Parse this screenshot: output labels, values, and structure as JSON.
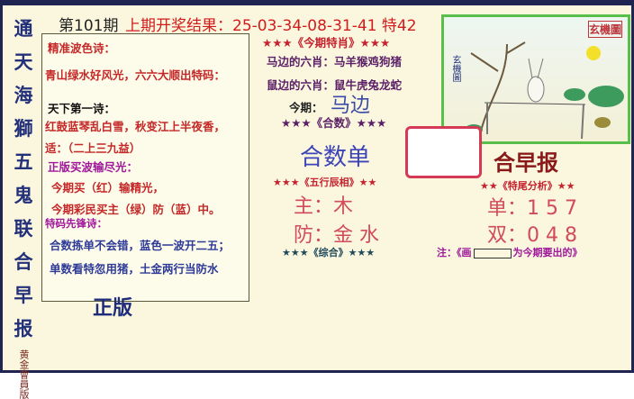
{
  "side_title": [
    "通",
    "天",
    "海",
    "獅",
    "五",
    "鬼",
    "联",
    "合",
    "早",
    "报"
  ],
  "side_sub": "黄金會員版",
  "header": {
    "issue": "第101期",
    "result_label": "上期开奖结果：",
    "result_numbers": "25-03-34-08-31-41",
    "special": "特42"
  },
  "poem": {
    "l1_title": "精准波色诗：",
    "l1": "青山绿水好风光，六六大顺出特码：",
    "l2_title": "天下第一诗：",
    "l2": "红鼓蓝琴乱白雪，秋变江上半夜香，",
    "l2b": "适：（二上三九益）",
    "l3_title": "正版买波输尽光：",
    "l3a": "今期买（红）输精光，",
    "l3b": "今期彩民买主（绿）防（蓝）中。",
    "l4_title": "特码先锋诗：",
    "l4a": "合数拣单不会错，蓝色一波开二五；",
    "l4b": "单数看特忽用猪，土金两行当防水",
    "footer": "正版"
  },
  "zodiac": {
    "title": "★★★《今期特肖》★★★",
    "ma": "马边的六肖：马羊猴鸡狗猪",
    "shu": "鼠边的六肖：鼠牛虎兔龙蛇",
    "today_label": "今期：",
    "today": "马边"
  },
  "heshu": {
    "title": "★★★《合数》★★★",
    "value": "合数单"
  },
  "wuxing": {
    "title": "★★★《五行辰相》★★",
    "main": "主：木",
    "guard": "防：金 水"
  },
  "weishu": {
    "title": "★★《特尾分析》★★",
    "odd": "单：1 5 7",
    "even": "双：0 4 8"
  },
  "zonghe": {
    "title": "★★★《综合》★★★"
  },
  "note": {
    "prefix": "注：《画",
    "suffix": "为今期要出的》"
  },
  "image": {
    "stamp": "玄機圖",
    "side_label": "玄機圖"
  },
  "brand_partial": "合早报"
}
